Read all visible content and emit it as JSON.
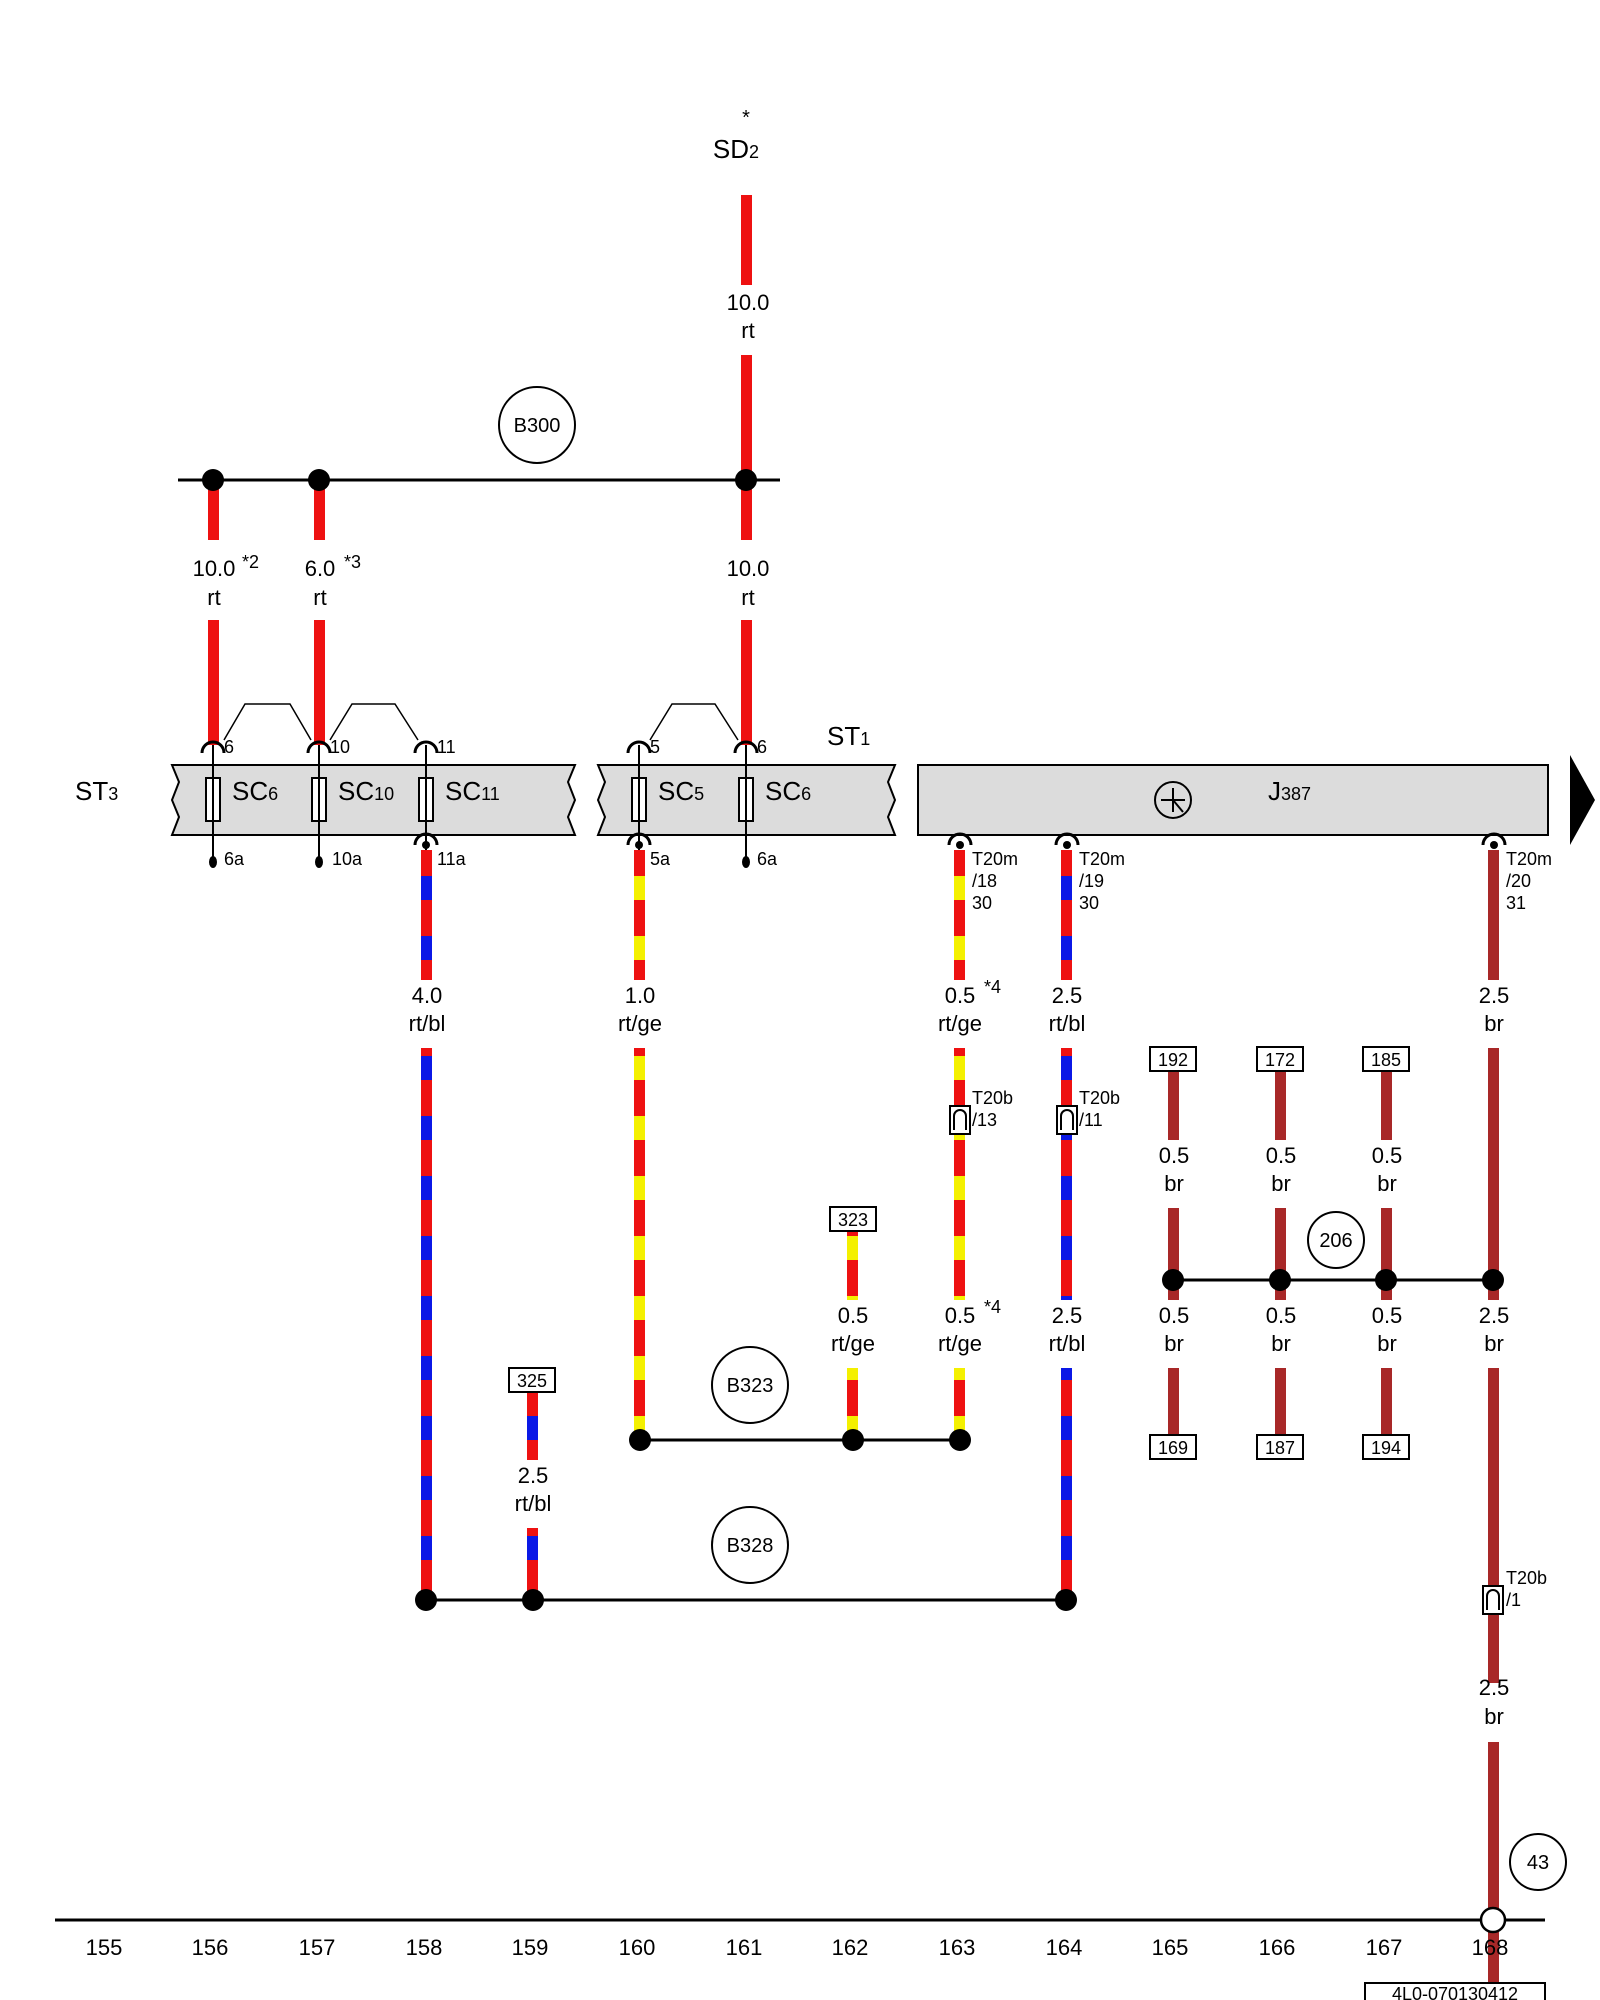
{
  "colors": {
    "rt": "#ee1111",
    "bl": "#0b18e6",
    "ge": "#f4f000",
    "br": "#a82828",
    "line": "#000000",
    "box": "#dcdcdc"
  },
  "supply": {
    "label": "SD",
    "sub": "2",
    "star": "*"
  },
  "components": {
    "st3": {
      "label": "ST",
      "sub": "3"
    },
    "st1": {
      "label": "ST",
      "sub": "1"
    },
    "j387": {
      "label": "J",
      "sub": "387"
    }
  },
  "fuses": [
    {
      "name": "SC",
      "sub": "6",
      "top": "6",
      "bottom": "6a"
    },
    {
      "name": "SC",
      "sub": "10",
      "top": "10",
      "bottom": "10a"
    },
    {
      "name": "SC",
      "sub": "11",
      "top": "11",
      "bottom": "11a"
    },
    {
      "name": "SC",
      "sub": "5",
      "top": "5",
      "bottom": "5a"
    },
    {
      "name": "SC",
      "sub": "6",
      "top": "6",
      "bottom": "6a"
    }
  ],
  "connectors": {
    "t20m_18": [
      "T20m",
      "/18",
      "30"
    ],
    "t20m_19": [
      "T20m",
      "/19",
      "30"
    ],
    "t20m_20": [
      "T20m",
      "/20",
      "31"
    ],
    "t20b_13": [
      "T20b",
      "/13"
    ],
    "t20b_11": [
      "T20b",
      "/11"
    ],
    "t20b_1": [
      "T20b",
      "/1"
    ]
  },
  "wires": {
    "w161_top": {
      "size": "10.0",
      "color": "rt"
    },
    "w156": {
      "size": "10.0",
      "note": "*2",
      "color": "rt"
    },
    "w157": {
      "size": "6.0",
      "note": "*3",
      "color": "rt"
    },
    "w161_mid": {
      "size": "10.0",
      "color": "rt"
    },
    "w158": {
      "size": "4.0",
      "color": "rt/bl"
    },
    "w160": {
      "size": "1.0",
      "color": "rt/ge"
    },
    "w163_top": {
      "size": "0.5",
      "note": "*4",
      "color": "rt/ge"
    },
    "w164_top": {
      "size": "2.5",
      "color": "rt/bl"
    },
    "w168_top": {
      "size": "2.5",
      "color": "br"
    },
    "w165_top": {
      "size": "0.5",
      "color": "br"
    },
    "w166_top": {
      "size": "0.5",
      "color": "br"
    },
    "w167_top": {
      "size": "0.5",
      "color": "br"
    },
    "w162": {
      "size": "0.5",
      "color": "rt/ge"
    },
    "w163_bot": {
      "size": "0.5",
      "note": "*4",
      "color": "rt/ge"
    },
    "w164_bot": {
      "size": "2.5",
      "color": "rt/bl"
    },
    "w165_bot": {
      "size": "0.5",
      "color": "br"
    },
    "w166_bot": {
      "size": "0.5",
      "color": "br"
    },
    "w167_bot": {
      "size": "0.5",
      "color": "br"
    },
    "w168_mid": {
      "size": "2.5",
      "color": "br"
    },
    "w159": {
      "size": "2.5",
      "color": "rt/bl"
    },
    "w168_bot": {
      "size": "2.5",
      "color": "br"
    }
  },
  "junctions": {
    "b300": "B300",
    "b323": "B323",
    "b328": "B328",
    "n206": "206",
    "n43": "43"
  },
  "references": [
    "192",
    "172",
    "185",
    "323",
    "325",
    "169",
    "187",
    "194"
  ],
  "columns": [
    "155",
    "156",
    "157",
    "158",
    "159",
    "160",
    "161",
    "162",
    "163",
    "164",
    "165",
    "166",
    "167",
    "168"
  ],
  "footer_code": "4L0-070130412"
}
